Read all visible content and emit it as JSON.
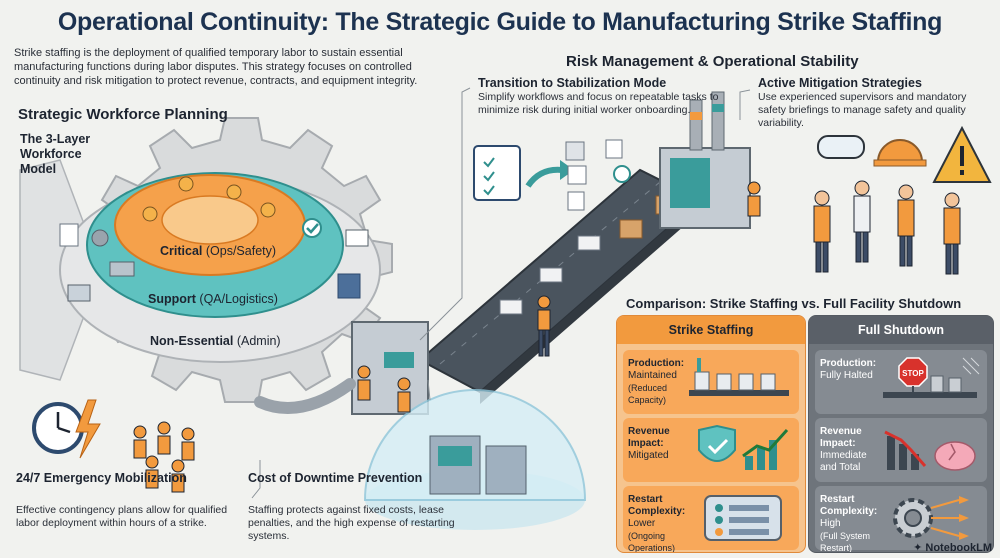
{
  "title": "Operational Continuity: The Strategic Guide to Manufacturing Strike Staffing",
  "intro": "Strike staffing is the deployment of qualified temporary labor to sustain essential manufacturing functions during labor disputes. This strategy focuses on controlled continuity and risk mitigation to protect revenue, contracts, and equipment integrity.",
  "workforce": {
    "heading": "Strategic Workforce Planning",
    "model_label": "The 3-Layer Workforce Model",
    "layers": [
      {
        "bold": "Critical",
        "sub": "(Ops/Safety)"
      },
      {
        "bold": "Support",
        "sub": "(QA/Logistics)"
      },
      {
        "bold": "Non-Essential",
        "sub": "(Admin)"
      }
    ]
  },
  "emergency": {
    "title": "24/7 Emergency Mobilization",
    "body": "Effective contingency plans allow for qualified labor deployment within hours of a strike."
  },
  "downtime": {
    "title": "Cost of Downtime Prevention",
    "body": "Staffing protects against fixed costs, lease penalties, and the high expense of restarting systems."
  },
  "risk": {
    "heading": "Risk Management & Operational Stability",
    "stabilization": {
      "title": "Transition to Stabilization Mode",
      "body": "Simplify workflows and focus on repeatable tasks to minimize risk during initial worker onboarding."
    },
    "mitigation": {
      "title": "Active Mitigation Strategies",
      "body": "Use experienced supervisors and mandatory safety briefings to manage safety and quality variability."
    }
  },
  "comparison": {
    "title": "Comparison: Strike Staffing vs. Full Facility Shutdown",
    "staffing_header": "Strike Staffing",
    "shutdown_header": "Full Shutdown",
    "staffing_rows": [
      {
        "label": "Production:",
        "value": "Maintained",
        "note": "(Reduced Capacity)"
      },
      {
        "label": "Revenue Impact:",
        "value": "Mitigated",
        "note": ""
      },
      {
        "label": "Restart Complexity:",
        "value": "Lower",
        "note": "(Ongoing Operations)"
      }
    ],
    "shutdown_rows": [
      {
        "label": "Production:",
        "value": "Fully Halted",
        "note": ""
      },
      {
        "label": "Revenue Impact:",
        "value": "Immediate and Total",
        "note": ""
      },
      {
        "label": "Restart Complexity:",
        "value": "High",
        "note": "(Full System Restart)"
      }
    ],
    "stop_sign": "STOP"
  },
  "branding": "NotebookLM",
  "colors": {
    "orange": "#f29a3e",
    "teal": "#5fc2c0",
    "navy": "#1c3250",
    "gray": "#6e747b"
  }
}
